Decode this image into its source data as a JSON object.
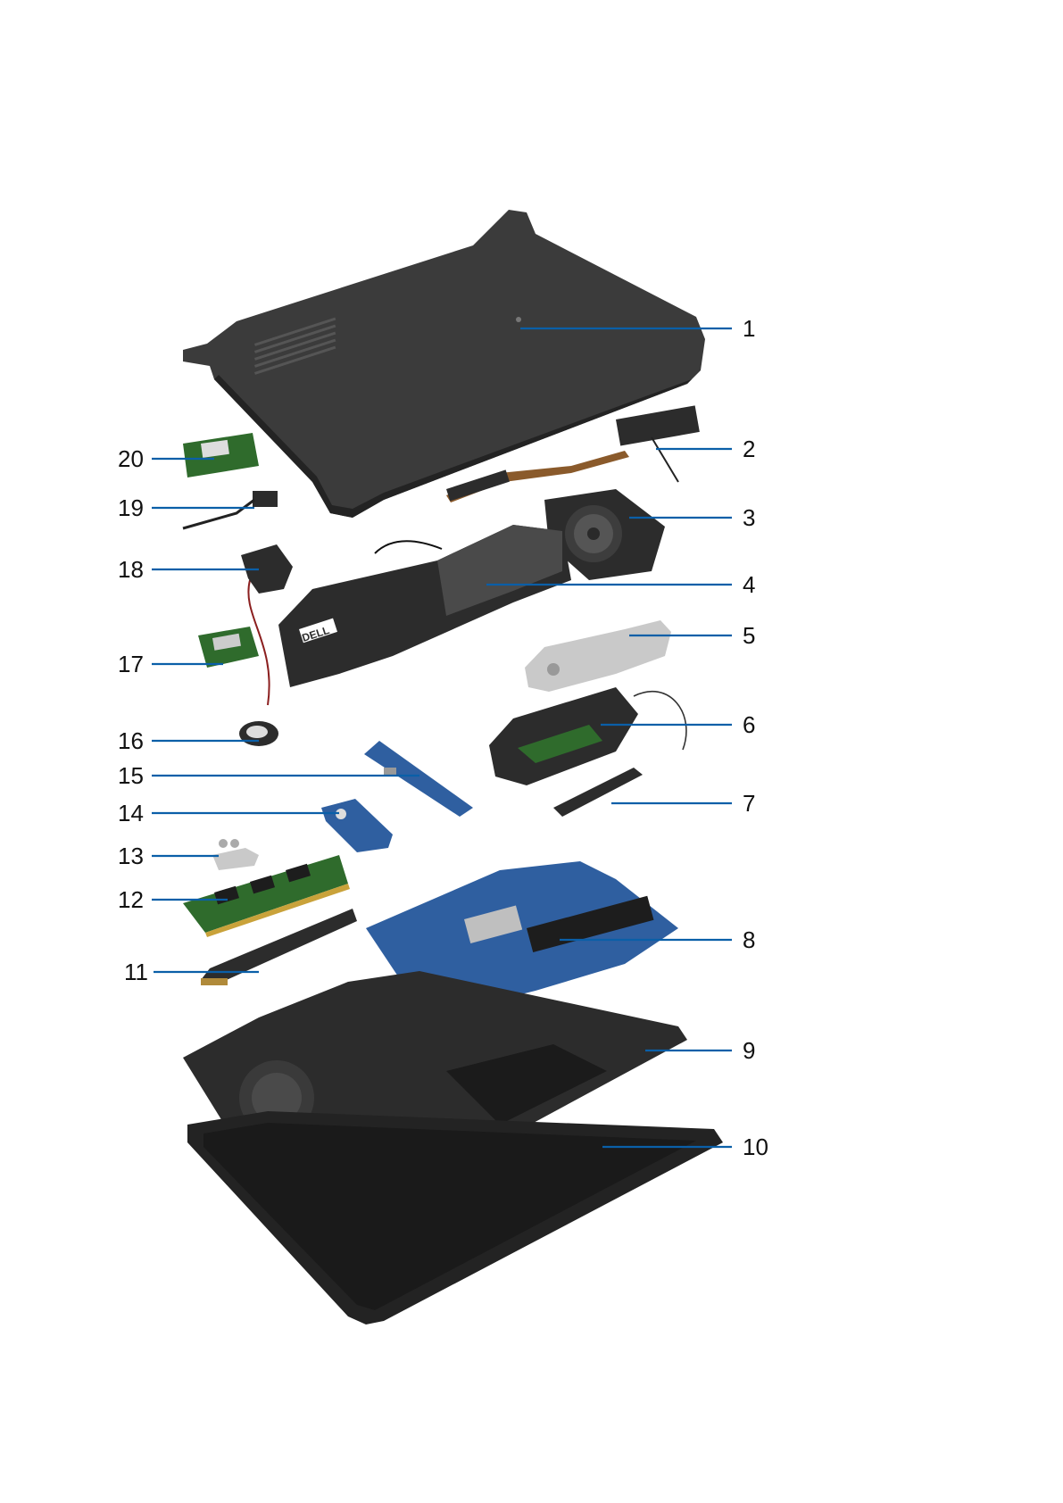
{
  "diagram": {
    "callouts": [
      {
        "id": 1,
        "label": "1"
      },
      {
        "id": 2,
        "label": "2"
      },
      {
        "id": 3,
        "label": "3"
      },
      {
        "id": 4,
        "label": "4"
      },
      {
        "id": 5,
        "label": "5"
      },
      {
        "id": 6,
        "label": "6"
      },
      {
        "id": 7,
        "label": "7"
      },
      {
        "id": 8,
        "label": "8"
      },
      {
        "id": 9,
        "label": "9"
      },
      {
        "id": 10,
        "label": "10"
      },
      {
        "id": 11,
        "label": "11"
      },
      {
        "id": 12,
        "label": "12"
      },
      {
        "id": 13,
        "label": "13"
      },
      {
        "id": 14,
        "label": "14"
      },
      {
        "id": 15,
        "label": "15"
      },
      {
        "id": 16,
        "label": "16"
      },
      {
        "id": 17,
        "label": "17"
      },
      {
        "id": 18,
        "label": "18"
      },
      {
        "id": 19,
        "label": "19"
      },
      {
        "id": 20,
        "label": "20"
      }
    ],
    "leader_color": "#0a5fa8",
    "battery_brand": "DELL"
  }
}
